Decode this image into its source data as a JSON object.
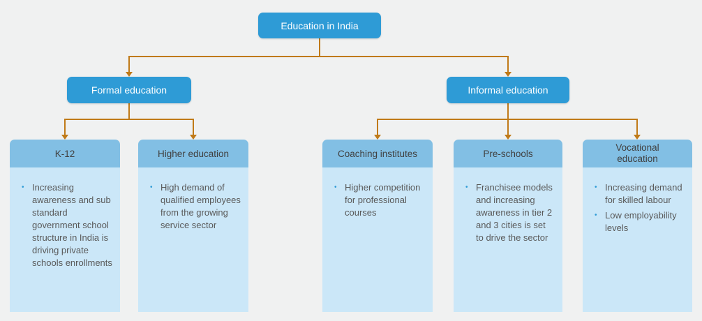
{
  "title": "Education in India",
  "colors": {
    "node_blue": "#2E9BD6",
    "header_blue": "#82BFE4",
    "body_blue": "#CBE7F8",
    "connector_orange": "#C07A18",
    "background": "#F0F1F1",
    "text_node": "#FFFFFF",
    "text_header": "#404040",
    "text_body": "#595959",
    "bullet_blue": "#2E9BD6"
  },
  "bullet_char": "•",
  "root": {
    "label": "Education in India"
  },
  "level2": [
    {
      "label": "Formal education"
    },
    {
      "label": "Informal education"
    }
  ],
  "cards": [
    {
      "title": "K-12",
      "bullets": [
        "Increasing awareness and sub standard government school structure in India is driving private schools enrollments"
      ]
    },
    {
      "title": "Higher education",
      "bullets": [
        "High demand of qualified employees from the growing service sector"
      ]
    },
    {
      "title": "Coaching institutes",
      "bullets": [
        "Higher competition for professional courses"
      ]
    },
    {
      "title": "Pre-schools",
      "bullets": [
        "Franchisee models and increasing awareness in tier 2 and 3 cities is set to drive the sector"
      ]
    },
    {
      "title": "Vocational education",
      "bullets": [
        "Increasing demand for skilled labour",
        "Low employability levels"
      ]
    }
  ]
}
